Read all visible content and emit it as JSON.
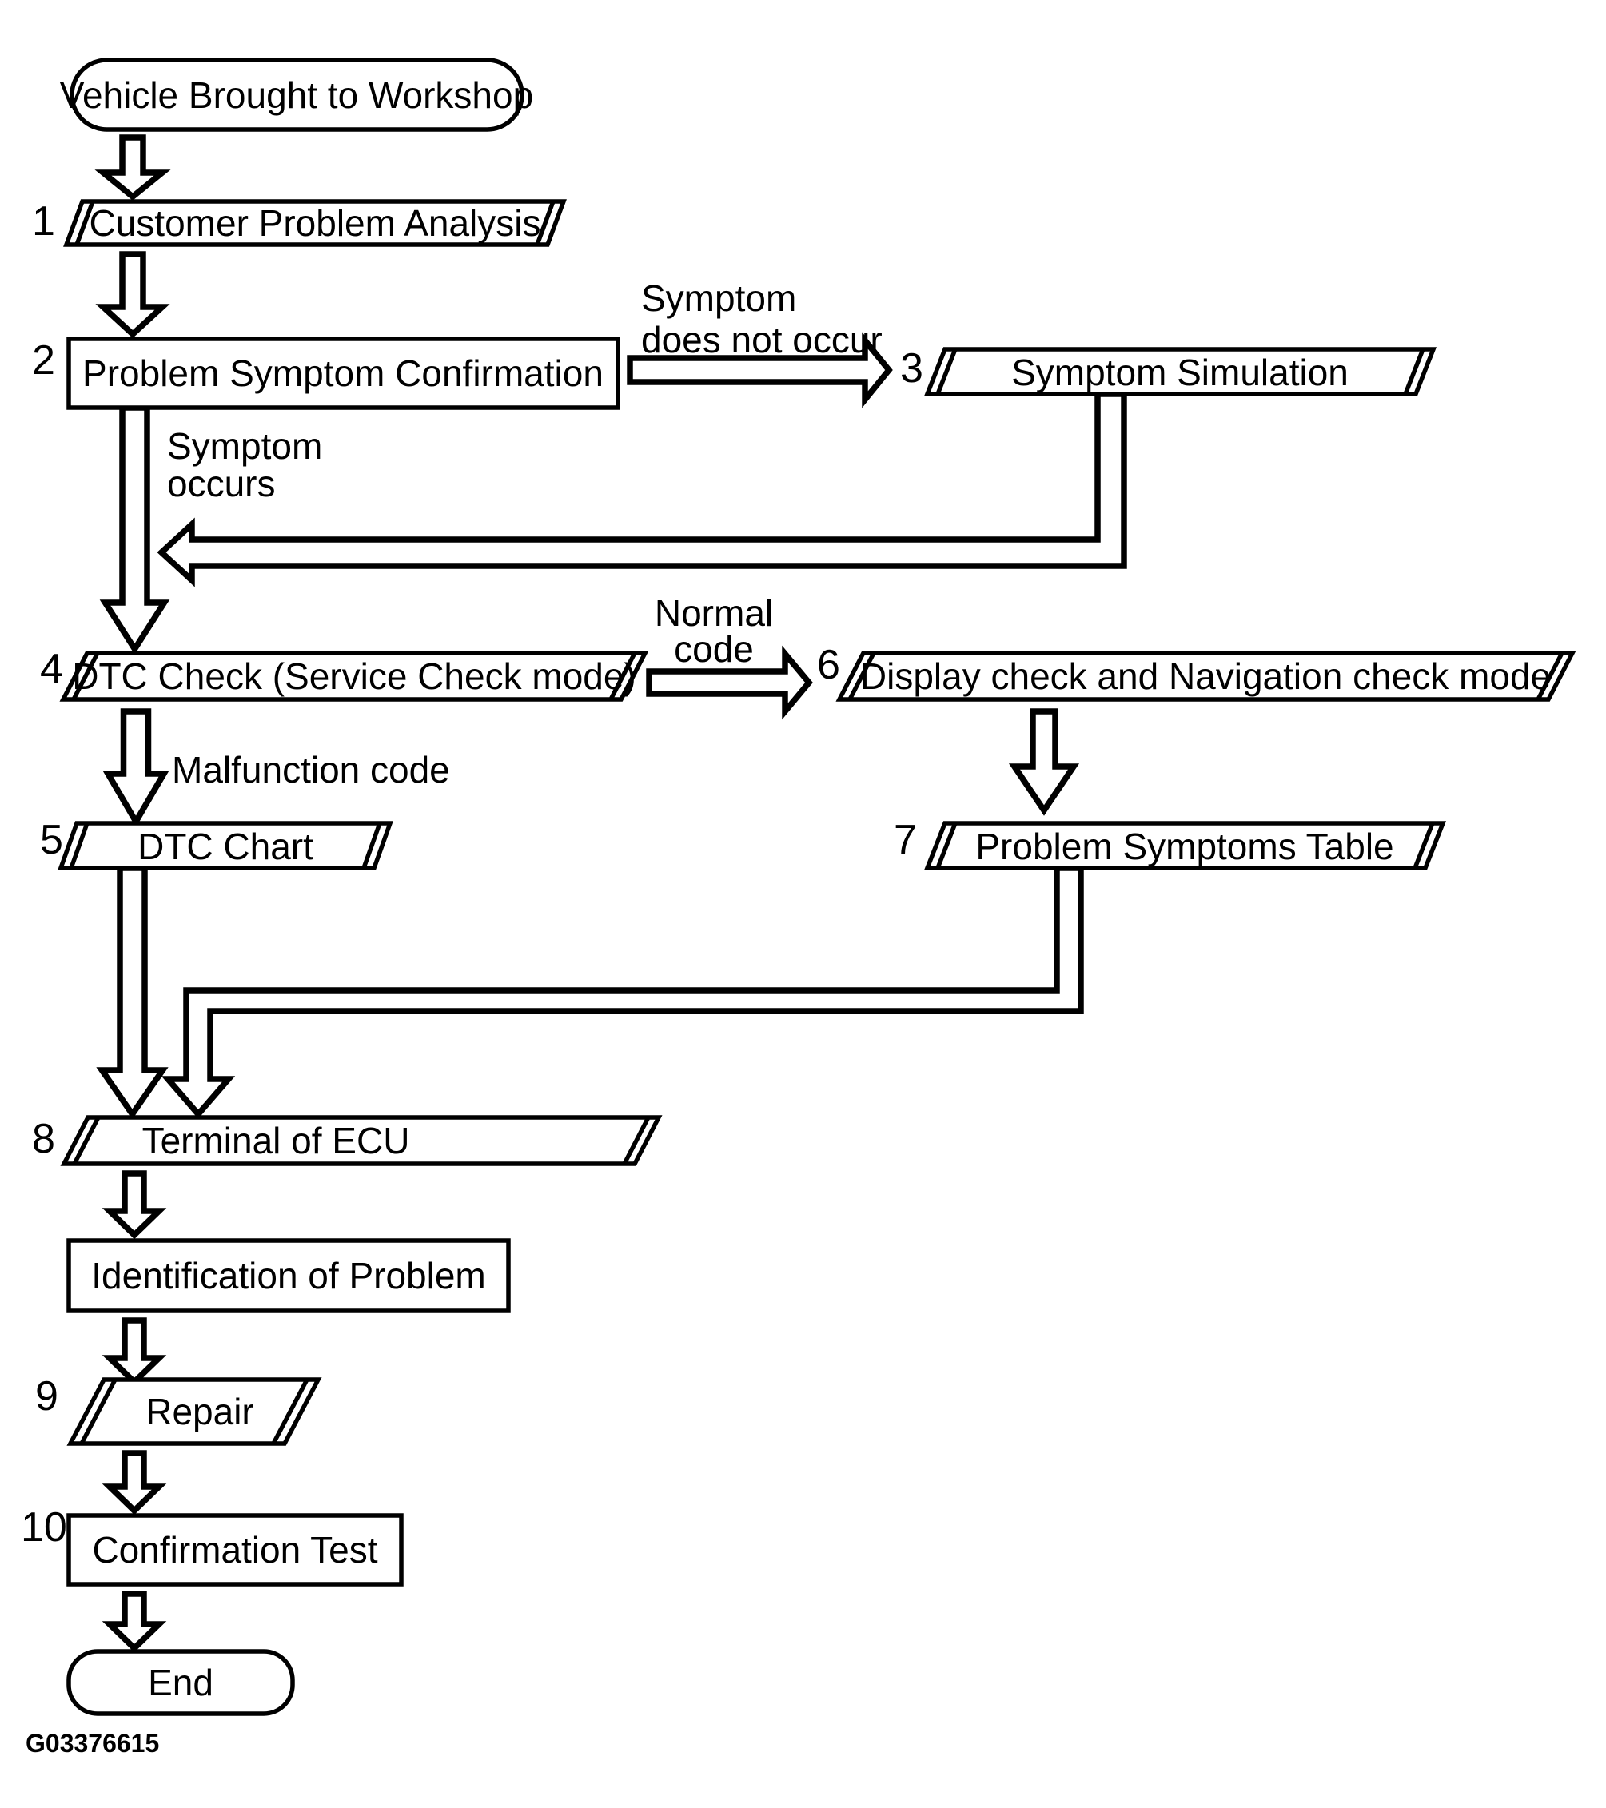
{
  "figure_code": "G03376615",
  "colors": {
    "line": "#000000",
    "background": "#ffffff"
  },
  "nodes": {
    "start": {
      "label": "Vehicle Brought to Workshop"
    },
    "n1": {
      "num": "1",
      "label": "Customer Problem Analysis"
    },
    "n2": {
      "num": "2",
      "label": "Problem Symptom Confirmation"
    },
    "n3": {
      "num": "3",
      "label": "Symptom Simulation"
    },
    "n4": {
      "num": "4",
      "label": "DTC Check (Service Check mode)"
    },
    "n5": {
      "num": "5",
      "label": "DTC Chart"
    },
    "n6": {
      "num": "6",
      "label": "Display check and Navigation check mode"
    },
    "n7": {
      "num": "7",
      "label": "Problem Symptoms Table"
    },
    "n8": {
      "num": "8",
      "label": "Terminal of ECU"
    },
    "identification": {
      "label": "Identification of Problem"
    },
    "n9": {
      "num": "9",
      "label": "Repair"
    },
    "n10": {
      "num": "10",
      "label": "Confirmation Test"
    },
    "end": {
      "label": "End"
    }
  },
  "edge_labels": {
    "symptom_does_not_occur": [
      "Symptom",
      "does not occur"
    ],
    "symptom_occurs": [
      "Symptom",
      "occurs"
    ],
    "normal_code": [
      "Normal",
      "code"
    ],
    "malfunction_code": "Malfunction code"
  }
}
